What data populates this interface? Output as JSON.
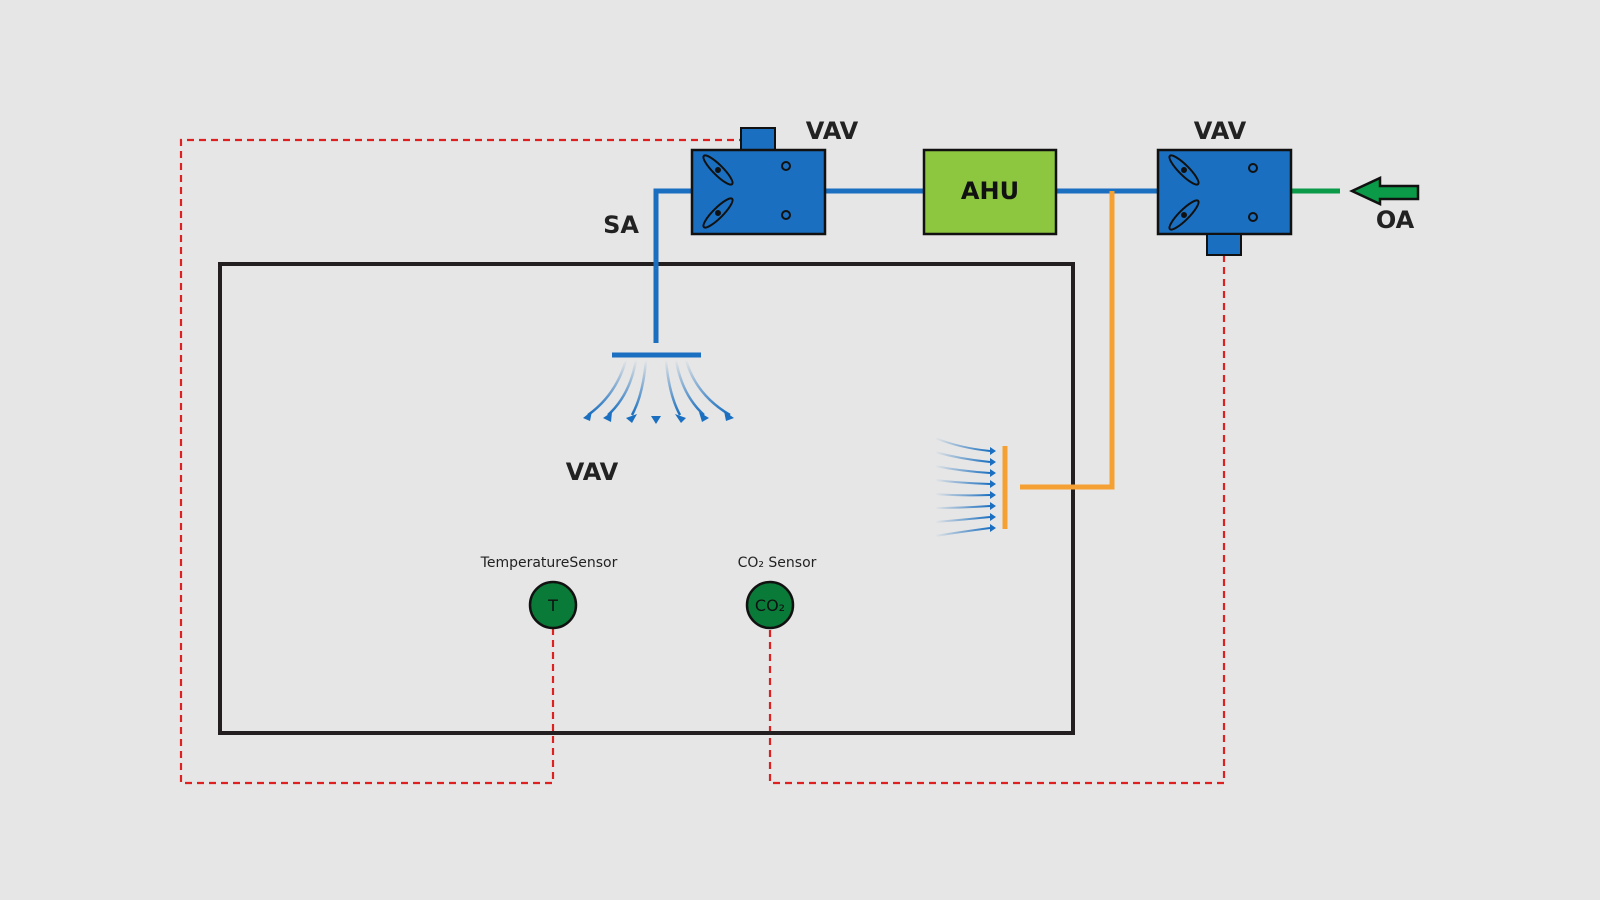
{
  "labels": {
    "vav_supply": "VAV",
    "vav_outdoor": "VAV",
    "ahu": "AHU",
    "sa": "SA",
    "oa": "OA",
    "room_vav": "VAV",
    "temperature_sensor": "TemperatureSensor",
    "co2_sensor": "CO₂ Sensor",
    "temp_symbol": "T",
    "co2_symbol": "CO₂"
  },
  "colors": {
    "background": "#e6e6e6",
    "vav_box": "#1a6fc0",
    "ahu_box": "#8dc63f",
    "supply_duct": "#1a6fc0",
    "return_duct": "#f5a033",
    "outdoor_air": "#0a9a48",
    "control_wiring": "#dd2020",
    "sensor": "#0a7a38",
    "room_outline": "#231f20"
  },
  "icons": {
    "vav_damper": "damper-blades-icon",
    "diffuser": "ceiling-diffuser-icon",
    "return_grille": "return-grille-icon",
    "oa_arrow": "arrow-left-icon"
  }
}
